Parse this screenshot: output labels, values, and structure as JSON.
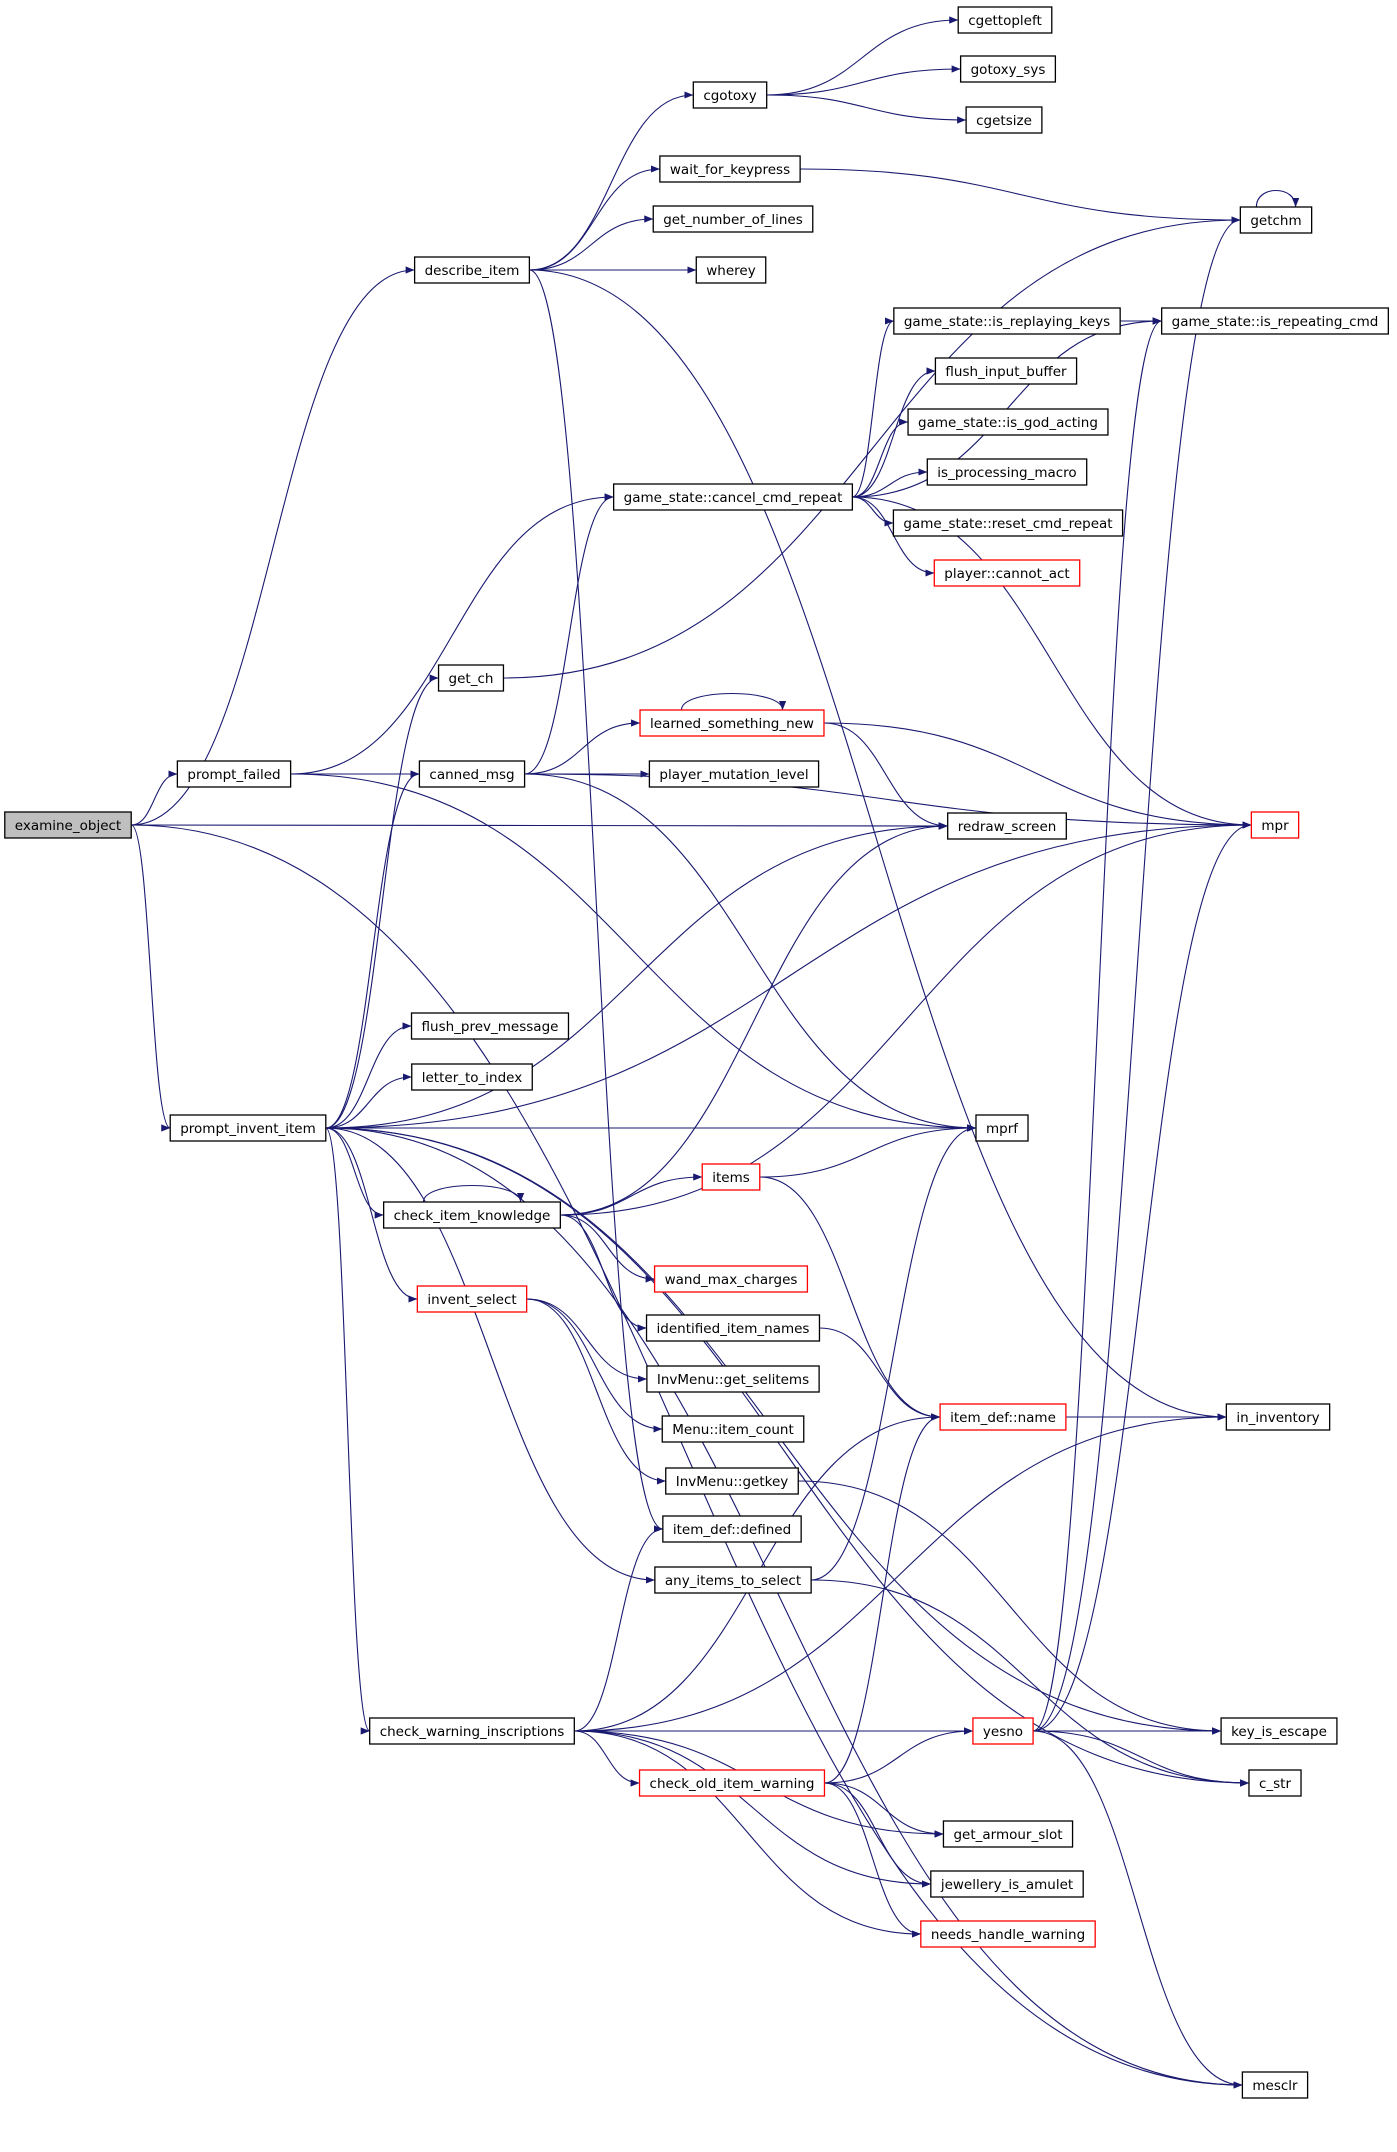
{
  "colors": {
    "edge": "#191970",
    "node_border": "#000000",
    "node_border_truncated": "#ff0000",
    "root_fill": "#bfbfbf",
    "node_fill": "#ffffff"
  },
  "root": "examine_object",
  "nodes": [
    {
      "id": "examine_object",
      "label": "examine_object",
      "kind": "root"
    },
    {
      "id": "prompt_failed",
      "label": "prompt_failed",
      "kind": "normal"
    },
    {
      "id": "prompt_invent_item",
      "label": "prompt_invent_item",
      "kind": "normal"
    },
    {
      "id": "describe_item",
      "label": "describe_item",
      "kind": "normal"
    },
    {
      "id": "get_ch",
      "label": "get_ch",
      "kind": "normal"
    },
    {
      "id": "canned_msg",
      "label": "canned_msg",
      "kind": "normal"
    },
    {
      "id": "flush_prev_message",
      "label": "flush_prev_message",
      "kind": "normal"
    },
    {
      "id": "letter_to_index",
      "label": "letter_to_index",
      "kind": "normal"
    },
    {
      "id": "check_item_knowledge",
      "label": "check_item_knowledge",
      "kind": "normal"
    },
    {
      "id": "invent_select",
      "label": "invent_select",
      "kind": "truncated"
    },
    {
      "id": "check_warning_inscriptions",
      "label": "check_warning_inscriptions",
      "kind": "normal"
    },
    {
      "id": "cgotoxy",
      "label": "cgotoxy",
      "kind": "normal"
    },
    {
      "id": "wait_for_keypress",
      "label": "wait_for_keypress",
      "kind": "normal"
    },
    {
      "id": "get_number_of_lines",
      "label": "get_number_of_lines",
      "kind": "normal"
    },
    {
      "id": "wherey",
      "label": "wherey",
      "kind": "normal"
    },
    {
      "id": "cancel_cmd_repeat",
      "label": "game_state::cancel_cmd_repeat",
      "kind": "normal"
    },
    {
      "id": "learned_something_new",
      "label": "learned_something_new",
      "kind": "truncated"
    },
    {
      "id": "player_mutation_level",
      "label": "player_mutation_level",
      "kind": "normal"
    },
    {
      "id": "items",
      "label": "items",
      "kind": "truncated"
    },
    {
      "id": "wand_max_charges",
      "label": "wand_max_charges",
      "kind": "truncated"
    },
    {
      "id": "identified_item_names",
      "label": "identified_item_names",
      "kind": "normal"
    },
    {
      "id": "get_selitems",
      "label": "InvMenu::get_selitems",
      "kind": "normal"
    },
    {
      "id": "item_count",
      "label": "Menu::item_count",
      "kind": "normal"
    },
    {
      "id": "getkey",
      "label": "InvMenu::getkey",
      "kind": "normal"
    },
    {
      "id": "item_defined",
      "label": "item_def::defined",
      "kind": "normal"
    },
    {
      "id": "any_items_to_select",
      "label": "any_items_to_select",
      "kind": "normal"
    },
    {
      "id": "check_old_item_warning",
      "label": "check_old_item_warning",
      "kind": "truncated"
    },
    {
      "id": "cgettopleft",
      "label": "cgettopleft",
      "kind": "normal"
    },
    {
      "id": "gotoxy_sys",
      "label": "gotoxy_sys",
      "kind": "normal"
    },
    {
      "id": "cgetsize",
      "label": "cgetsize",
      "kind": "normal"
    },
    {
      "id": "is_replaying_keys",
      "label": "game_state::is_replaying_keys",
      "kind": "normal"
    },
    {
      "id": "flush_input_buffer",
      "label": "flush_input_buffer",
      "kind": "normal"
    },
    {
      "id": "is_god_acting",
      "label": "game_state::is_god_acting",
      "kind": "normal"
    },
    {
      "id": "is_processing_macro",
      "label": "is_processing_macro",
      "kind": "normal"
    },
    {
      "id": "reset_cmd_repeat",
      "label": "game_state::reset_cmd_repeat",
      "kind": "normal"
    },
    {
      "id": "cannot_act",
      "label": "player::cannot_act",
      "kind": "truncated"
    },
    {
      "id": "redraw_screen",
      "label": "redraw_screen",
      "kind": "normal"
    },
    {
      "id": "mprf",
      "label": "mprf",
      "kind": "normal"
    },
    {
      "id": "item_name",
      "label": "item_def::name",
      "kind": "truncated"
    },
    {
      "id": "yesno",
      "label": "yesno",
      "kind": "truncated"
    },
    {
      "id": "get_armour_slot",
      "label": "get_armour_slot",
      "kind": "normal"
    },
    {
      "id": "jewellery_is_amulet",
      "label": "jewellery_is_amulet",
      "kind": "normal"
    },
    {
      "id": "needs_handle_warning",
      "label": "needs_handle_warning",
      "kind": "truncated"
    },
    {
      "id": "getchm",
      "label": "getchm",
      "kind": "normal"
    },
    {
      "id": "is_repeating_cmd",
      "label": "game_state::is_repeating_cmd",
      "kind": "normal"
    },
    {
      "id": "mpr",
      "label": "mpr",
      "kind": "truncated"
    },
    {
      "id": "in_inventory",
      "label": "in_inventory",
      "kind": "normal"
    },
    {
      "id": "key_is_escape",
      "label": "key_is_escape",
      "kind": "normal"
    },
    {
      "id": "c_str",
      "label": "c_str",
      "kind": "normal"
    },
    {
      "id": "mesclr",
      "label": "mesclr",
      "kind": "normal"
    }
  ],
  "edges": [
    {
      "from": "examine_object",
      "to": "describe_item"
    },
    {
      "from": "examine_object",
      "to": "prompt_failed"
    },
    {
      "from": "examine_object",
      "to": "redraw_screen"
    },
    {
      "from": "examine_object",
      "to": "prompt_invent_item"
    },
    {
      "from": "examine_object",
      "to": "mesclr"
    },
    {
      "from": "prompt_failed",
      "to": "cancel_cmd_repeat"
    },
    {
      "from": "prompt_failed",
      "to": "canned_msg"
    },
    {
      "from": "prompt_failed",
      "to": "mprf"
    },
    {
      "from": "describe_item",
      "to": "cgotoxy"
    },
    {
      "from": "describe_item",
      "to": "wait_for_keypress"
    },
    {
      "from": "describe_item",
      "to": "get_number_of_lines"
    },
    {
      "from": "describe_item",
      "to": "wherey"
    },
    {
      "from": "describe_item",
      "to": "item_defined"
    },
    {
      "from": "describe_item",
      "to": "in_inventory"
    },
    {
      "from": "cgotoxy",
      "to": "cgettopleft"
    },
    {
      "from": "cgotoxy",
      "to": "gotoxy_sys"
    },
    {
      "from": "cgotoxy",
      "to": "cgetsize"
    },
    {
      "from": "wait_for_keypress",
      "to": "getchm"
    },
    {
      "from": "getchm",
      "to": "getchm"
    },
    {
      "from": "get_ch",
      "to": "getchm"
    },
    {
      "from": "cancel_cmd_repeat",
      "to": "is_replaying_keys"
    },
    {
      "from": "cancel_cmd_repeat",
      "to": "is_repeating_cmd"
    },
    {
      "from": "cancel_cmd_repeat",
      "to": "flush_input_buffer"
    },
    {
      "from": "cancel_cmd_repeat",
      "to": "is_god_acting"
    },
    {
      "from": "cancel_cmd_repeat",
      "to": "is_processing_macro"
    },
    {
      "from": "cancel_cmd_repeat",
      "to": "reset_cmd_repeat"
    },
    {
      "from": "cancel_cmd_repeat",
      "to": "cannot_act"
    },
    {
      "from": "cancel_cmd_repeat",
      "to": "mpr"
    },
    {
      "from": "is_replaying_keys",
      "to": "is_repeating_cmd"
    },
    {
      "from": "canned_msg",
      "to": "cancel_cmd_repeat"
    },
    {
      "from": "canned_msg",
      "to": "learned_something_new"
    },
    {
      "from": "canned_msg",
      "to": "player_mutation_level"
    },
    {
      "from": "canned_msg",
      "to": "mpr"
    },
    {
      "from": "canned_msg",
      "to": "mprf"
    },
    {
      "from": "learned_something_new",
      "to": "learned_something_new"
    },
    {
      "from": "learned_something_new",
      "to": "redraw_screen"
    },
    {
      "from": "learned_something_new",
      "to": "mpr"
    },
    {
      "from": "prompt_invent_item",
      "to": "get_ch"
    },
    {
      "from": "prompt_invent_item",
      "to": "canned_msg"
    },
    {
      "from": "prompt_invent_item",
      "to": "redraw_screen"
    },
    {
      "from": "prompt_invent_item",
      "to": "mpr"
    },
    {
      "from": "prompt_invent_item",
      "to": "flush_prev_message"
    },
    {
      "from": "prompt_invent_item",
      "to": "letter_to_index"
    },
    {
      "from": "prompt_invent_item",
      "to": "mprf"
    },
    {
      "from": "prompt_invent_item",
      "to": "check_item_knowledge"
    },
    {
      "from": "prompt_invent_item",
      "to": "invent_select"
    },
    {
      "from": "prompt_invent_item",
      "to": "any_items_to_select"
    },
    {
      "from": "prompt_invent_item",
      "to": "check_warning_inscriptions"
    },
    {
      "from": "prompt_invent_item",
      "to": "key_is_escape"
    },
    {
      "from": "prompt_invent_item",
      "to": "c_str"
    },
    {
      "from": "prompt_invent_item",
      "to": "mesclr"
    },
    {
      "from": "check_item_knowledge",
      "to": "check_item_knowledge"
    },
    {
      "from": "check_item_knowledge",
      "to": "redraw_screen"
    },
    {
      "from": "check_item_knowledge",
      "to": "items"
    },
    {
      "from": "check_item_knowledge",
      "to": "mpr"
    },
    {
      "from": "check_item_knowledge",
      "to": "wand_max_charges"
    },
    {
      "from": "check_item_knowledge",
      "to": "identified_item_names"
    },
    {
      "from": "items",
      "to": "mprf"
    },
    {
      "from": "items",
      "to": "item_name"
    },
    {
      "from": "identified_item_names",
      "to": "item_name"
    },
    {
      "from": "invent_select",
      "to": "get_selitems"
    },
    {
      "from": "invent_select",
      "to": "item_count"
    },
    {
      "from": "invent_select",
      "to": "getkey"
    },
    {
      "from": "getkey",
      "to": "key_is_escape"
    },
    {
      "from": "any_items_to_select",
      "to": "mprf"
    },
    {
      "from": "any_items_to_select",
      "to": "c_str"
    },
    {
      "from": "check_warning_inscriptions",
      "to": "item_defined"
    },
    {
      "from": "check_warning_inscriptions",
      "to": "item_name"
    },
    {
      "from": "check_warning_inscriptions",
      "to": "in_inventory"
    },
    {
      "from": "check_warning_inscriptions",
      "to": "yesno"
    },
    {
      "from": "check_warning_inscriptions",
      "to": "check_old_item_warning"
    },
    {
      "from": "check_warning_inscriptions",
      "to": "get_armour_slot"
    },
    {
      "from": "check_warning_inscriptions",
      "to": "jewellery_is_amulet"
    },
    {
      "from": "check_warning_inscriptions",
      "to": "needs_handle_warning"
    },
    {
      "from": "check_old_item_warning",
      "to": "item_name"
    },
    {
      "from": "check_old_item_warning",
      "to": "get_armour_slot"
    },
    {
      "from": "check_old_item_warning",
      "to": "jewellery_is_amulet"
    },
    {
      "from": "check_old_item_warning",
      "to": "needs_handle_warning"
    },
    {
      "from": "check_old_item_warning",
      "to": "yesno"
    },
    {
      "from": "item_name",
      "to": "in_inventory"
    },
    {
      "from": "yesno",
      "to": "getchm"
    },
    {
      "from": "yesno",
      "to": "is_repeating_cmd"
    },
    {
      "from": "yesno",
      "to": "mpr"
    },
    {
      "from": "yesno",
      "to": "key_is_escape"
    },
    {
      "from": "yesno",
      "to": "c_str"
    },
    {
      "from": "yesno",
      "to": "mesclr"
    }
  ]
}
